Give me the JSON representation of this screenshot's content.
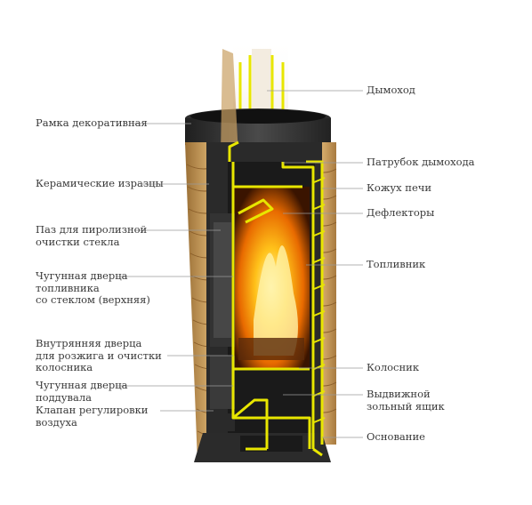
{
  "left_labels": [
    {
      "id": "frame",
      "lines": [
        "Рамка декоративная"
      ]
    },
    {
      "id": "tiles",
      "lines": [
        "Керамические изразцы"
      ]
    },
    {
      "id": "pyro",
      "lines": [
        "Паз для пиролизной",
        "очистки стекла"
      ]
    },
    {
      "id": "door_top",
      "lines": [
        "Чугунная дверца",
        "топливника",
        "со стеклом (верхняя)"
      ]
    },
    {
      "id": "inner_door",
      "lines": [
        "Внутрянняя дверца",
        "для розжига и очистки",
        "колосника"
      ]
    },
    {
      "id": "ash_door",
      "lines": [
        "Чугунная дверца",
        "поддувала"
      ]
    },
    {
      "id": "valve",
      "lines": [
        "Клапан  регулировки",
        "воздуха"
      ]
    }
  ],
  "right_labels": [
    {
      "id": "chimney",
      "lines": [
        "Дымоход"
      ]
    },
    {
      "id": "pipe",
      "lines": [
        "Патрубок дымохода"
      ]
    },
    {
      "id": "casing",
      "lines": [
        "Кожух печи"
      ]
    },
    {
      "id": "deflectors",
      "lines": [
        "Дефлекторы"
      ]
    },
    {
      "id": "firebox",
      "lines": [
        "Топливник"
      ]
    },
    {
      "id": "grate",
      "lines": [
        "Колосник"
      ]
    },
    {
      "id": "ashbox",
      "lines": [
        "Выдвижной",
        "зольный ящик"
      ]
    },
    {
      "id": "base",
      "lines": [
        "Основание"
      ]
    }
  ],
  "colors": {
    "text": "#3a3a3a",
    "leader": "#9a9a9a",
    "outline": "#e8e600",
    "iron": "#2f2f2f",
    "tile": "#c49a5a",
    "fire": "#ffb400"
  }
}
